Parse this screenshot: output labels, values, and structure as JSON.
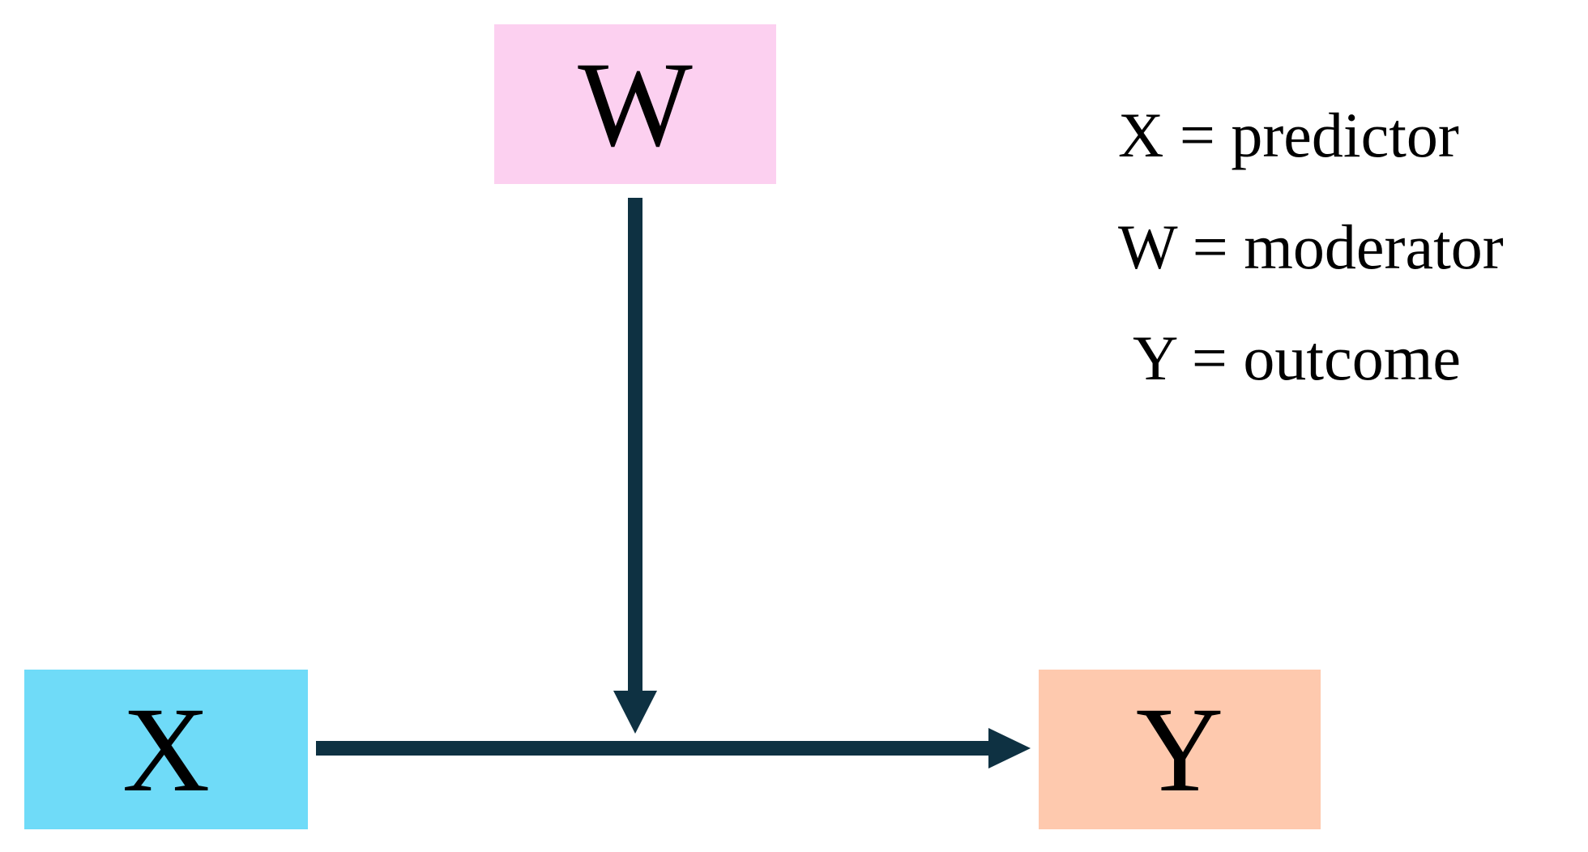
{
  "nodes": {
    "w": {
      "label": "W",
      "color": "#FCD0F0"
    },
    "x": {
      "label": "X",
      "color": "#6FDBF8"
    },
    "y": {
      "label": "Y",
      "color": "#FEC9AE"
    }
  },
  "legend": {
    "items": [
      "X = predictor",
      "W = moderator",
      "Y = outcome"
    ]
  },
  "edges": [
    {
      "from": "x",
      "to": "y"
    },
    {
      "from": "w",
      "to": "x-y path"
    }
  ],
  "arrow_color": "#0E3142"
}
